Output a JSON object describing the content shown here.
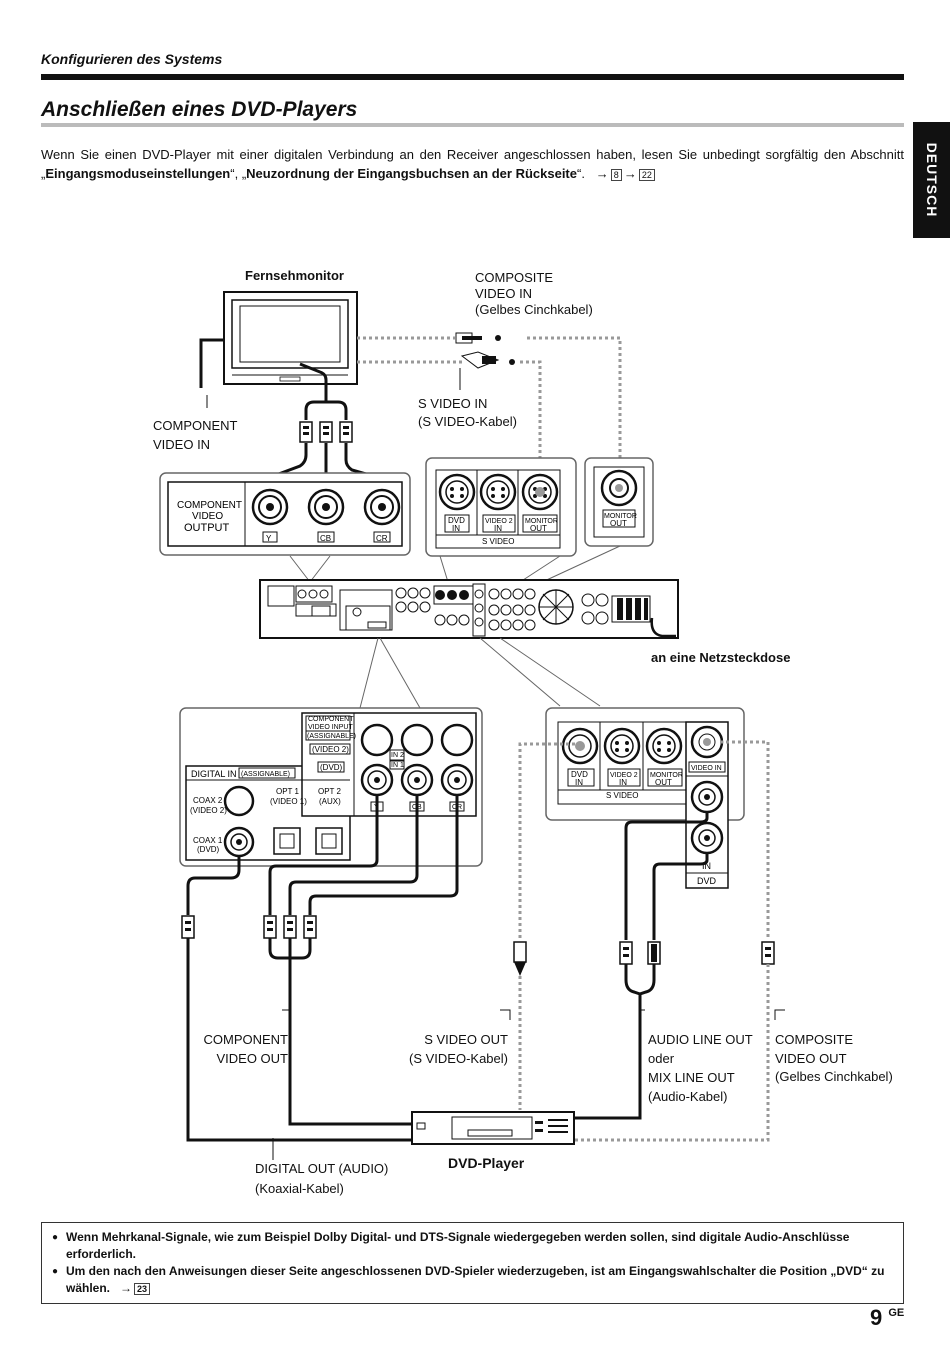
{
  "header": {
    "section": "Konfigurieren des Systems",
    "title": "Anschließen eines DVD-Players",
    "side_tab": "DEUTSCH"
  },
  "intro": {
    "text_before": "Wenn Sie einen DVD-Player mit einer digitalen Verbindung an den Receiver angeschlossen haben, lesen Sie unbedingt sorgfältig den Abschnitt „",
    "bold1": "Eingangsmoduseinstellungen",
    "mid": "“, „",
    "bold2": "Neuzordnung der Eingangsbuchsen an der Rückseite",
    "after": "“.",
    "ref1": "8",
    "ref2": "22"
  },
  "diagram": {
    "tv_label": "Fernsehmonitor",
    "composite_in": [
      "COMPOSITE",
      "VIDEO IN",
      "(Gelbes Cinchkabel)"
    ],
    "component_in": [
      "COMPONENT",
      "VIDEO IN"
    ],
    "svideo_in": [
      "S VIDEO IN",
      "(S VIDEO-Kabel)"
    ],
    "comp_output_panel": [
      "COMPONENT",
      "VIDEO",
      "OUTPUT"
    ],
    "jack_y": "Y",
    "jack_cb": "CB",
    "jack_cr": "CR",
    "svideo_panel_dvd": [
      "DVD",
      "IN"
    ],
    "svideo_panel_video2": [
      "VIDEO 2",
      "IN"
    ],
    "svideo_panel_monitor": [
      "MONITOR",
      "OUT"
    ],
    "svideo_panel_caption": "S VIDEO",
    "monitor_out": [
      "MONITOR",
      "OUT"
    ],
    "power_outlet": "an eine Netzsteckdose",
    "comp_input_panel": [
      "COMPONENT",
      "VIDEO INPUT",
      "(ASSIGNABLE)"
    ],
    "video2_tag": "(VIDEO 2)",
    "dvd_tag": "(DVD)",
    "in2": "IN 2",
    "in1": "IN 1",
    "digital_in": "DIGITAL IN",
    "assignable": "(ASSIGNABLE)",
    "coax2": [
      "COAX 2",
      "(VIDEO 2)"
    ],
    "coax1": [
      "COAX 1",
      "(DVD)"
    ],
    "opt1": [
      "OPT 1",
      "(VIDEO 1)"
    ],
    "opt2": [
      "OPT 2",
      "(AUX)"
    ],
    "video_in": "VIDEO IN",
    "in_label": "IN",
    "dvd_label": "DVD",
    "component_out": [
      "COMPONENT",
      "VIDEO OUT"
    ],
    "svideo_out": [
      "S VIDEO OUT",
      "(S VIDEO-Kabel)"
    ],
    "audio_out": [
      "AUDIO LINE OUT",
      "oder",
      "MIX LINE OUT",
      "(Audio-Kabel)"
    ],
    "composite_out": [
      "COMPOSITE",
      "VIDEO OUT",
      "(Gelbes Cinchkabel)"
    ],
    "digital_out": [
      "DIGITAL OUT (AUDIO)",
      "(Koaxial-Kabel)"
    ],
    "dvd_player": "DVD-Player"
  },
  "notes": {
    "items": [
      "Wenn Mehrkanal-Signale, wie zum Beispiel Dolby Digital- und DTS-Signale wiedergegeben werden sollen, sind digitale Audio-Anschlüsse erforderlich.",
      "Um den nach den Anweisungen dieser Seite angeschlossenen DVD-Spieler wiederzugeben, ist am Eingangswahlschalter die Position „DVD“ zu wählen."
    ],
    "ref": "23"
  },
  "footer": {
    "page": "9",
    "suffix": "GE"
  }
}
